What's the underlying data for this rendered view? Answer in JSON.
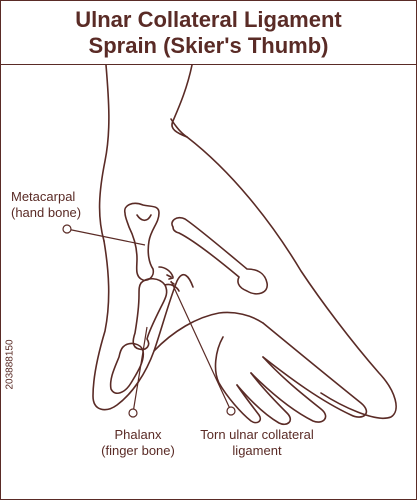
{
  "title": {
    "line1": "Ulnar Collateral Ligament",
    "line2": "Sprain (Skier's Thumb)"
  },
  "labels": {
    "metacarpal": {
      "line1": "Metacarpal",
      "line2": "(hand bone)"
    },
    "phalanx": {
      "line1": "Phalanx",
      "line2": "(finger bone)"
    },
    "torn_ligament": {
      "line1": "Torn ulnar collateral",
      "line2": "ligament"
    }
  },
  "stock_id": "203888150",
  "colors": {
    "line": "#5a2b26",
    "background": "#ffffff"
  }
}
